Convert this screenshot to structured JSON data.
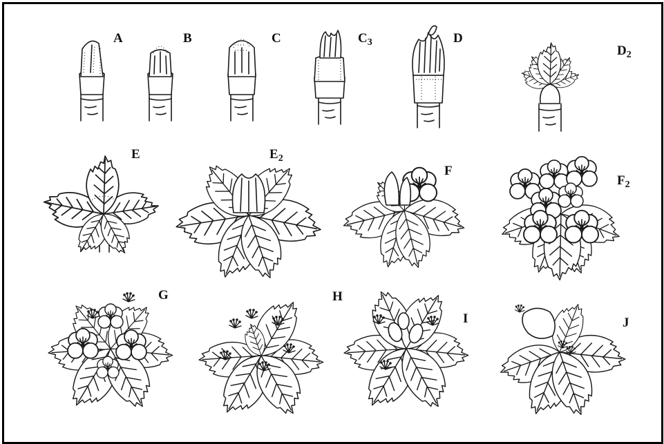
{
  "stages": [
    {
      "id": "A",
      "text": "A",
      "sub": ""
    },
    {
      "id": "B",
      "text": "B",
      "sub": ""
    },
    {
      "id": "C",
      "text": "C",
      "sub": ""
    },
    {
      "id": "C3",
      "text": "C",
      "sub": "3"
    },
    {
      "id": "D",
      "text": "D",
      "sub": ""
    },
    {
      "id": "D2",
      "text": "D",
      "sub": "2"
    },
    {
      "id": "E",
      "text": "E",
      "sub": ""
    },
    {
      "id": "E2",
      "text": "E",
      "sub": "2"
    },
    {
      "id": "F",
      "text": "F",
      "sub": ""
    },
    {
      "id": "F2",
      "text": "F",
      "sub": "2"
    },
    {
      "id": "G",
      "text": "G",
      "sub": ""
    },
    {
      "id": "H",
      "text": "H",
      "sub": ""
    },
    {
      "id": "I",
      "text": "I",
      "sub": ""
    },
    {
      "id": "J",
      "text": "J",
      "sub": ""
    }
  ]
}
